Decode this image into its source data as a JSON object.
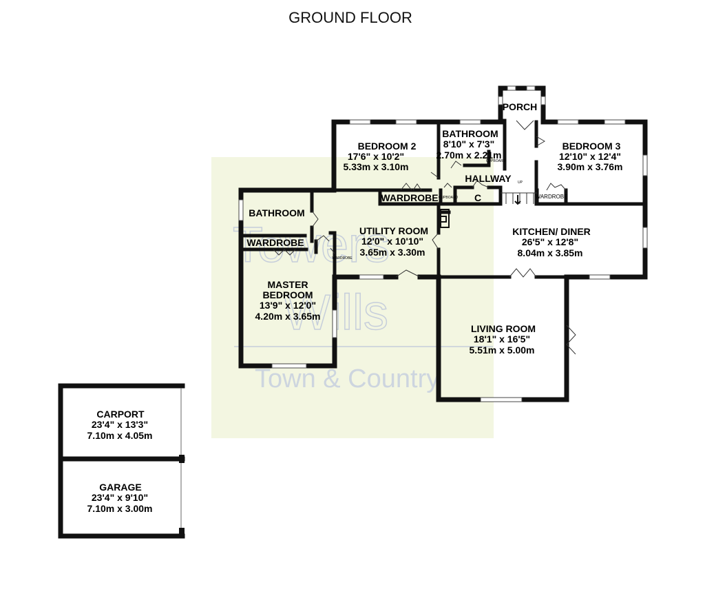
{
  "title": "GROUND FLOOR",
  "watermark": {
    "line1": "Towers",
    "line2": "Wills",
    "line3": "Town & Country"
  },
  "rooms": {
    "porch": {
      "name": "PORCH"
    },
    "bedroom2": {
      "name": "BEDROOM 2",
      "imperial": "17'6\"  x 10'2\"",
      "metric": "5.33m  x 3.10m"
    },
    "bathroom_top": {
      "name": "BATHROOM",
      "imperial": "8'10\"  x 7'3\"",
      "metric": "2.70m  x 2.21m"
    },
    "bedroom3": {
      "name": "BEDROOM 3",
      "imperial": "12'10\"  x 12'4\"",
      "metric": "3.90m  x 3.76m"
    },
    "hallway": {
      "name": "HALLWAY",
      "stairs": "UP"
    },
    "wardrobe_b2": {
      "name": "WARDROBE"
    },
    "cupboard_hall": {
      "name": "CUPBOARD"
    },
    "cupboard_c": {
      "name": "C"
    },
    "wardrobe_b3": {
      "name": "WARDROBE"
    },
    "cupboard_bath": {
      "name": "CUPBOARD"
    },
    "bathroom_master": {
      "name": "BATHROOM"
    },
    "wardrobe_master": {
      "name": "WARDROBE"
    },
    "wardrobe_small": {
      "name": "WARDROBE"
    },
    "utility": {
      "name": "UTILITY ROOM",
      "imperial": "12'0\"  x 10'10\"",
      "metric": "3.65m  x 3.30m"
    },
    "kitchen": {
      "name": "KITCHEN/ DINER",
      "imperial": "26'5\"  x 12'8\"",
      "metric": "8.04m  x 3.85m"
    },
    "master": {
      "name1": "MASTER",
      "name2": "BEDROOM",
      "imperial": "13'9\"  x 12'0\"",
      "metric": "4.20m  x 3.65m"
    },
    "living": {
      "name": "LIVING ROOM",
      "imperial": "18'1\"  x 16'5\"",
      "metric": "5.51m  x 5.00m"
    },
    "carport": {
      "name": "CARPORT",
      "imperial": "23'4\"  x 13'3\"",
      "metric": "7.10m  x 4.05m"
    },
    "garage": {
      "name": "GARAGE",
      "imperial": "23'4\"  x 9'10\"",
      "metric": "7.10m  x 3.00m"
    }
  },
  "colors": {
    "wall": "#111111",
    "highlight": "#f3f6e1",
    "watermark": "#c6cedb"
  }
}
